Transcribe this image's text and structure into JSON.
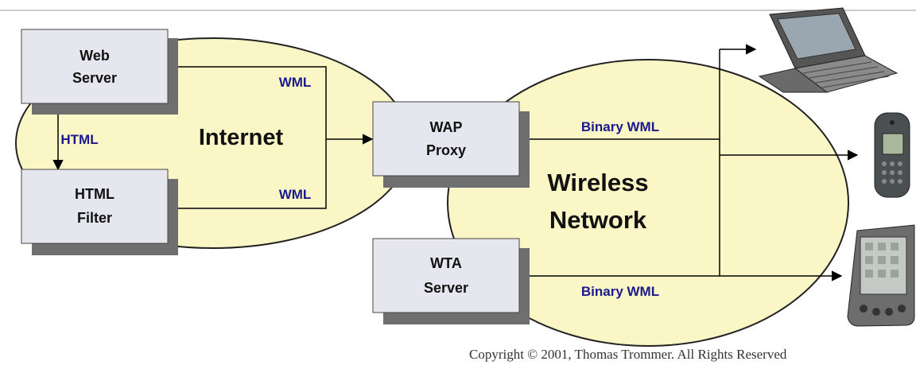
{
  "diagram": {
    "nodes": {
      "web_server": [
        "Web",
        "Server"
      ],
      "html_filter": [
        "HTML",
        "Filter"
      ],
      "wap_proxy": [
        "WAP",
        "Proxy"
      ],
      "wta_server": [
        "WTA",
        "Server"
      ]
    },
    "clouds": {
      "internet": "Internet",
      "wireless": [
        "Wireless",
        "Network"
      ]
    },
    "edge_labels": {
      "html": "HTML",
      "wml_top": "WML",
      "wml_bottom": "WML",
      "binary_wml_top": "Binary WML",
      "binary_wml_bottom": "Binary WML"
    },
    "devices": [
      "laptop-icon",
      "mobile-phone-icon",
      "pda-icon"
    ],
    "colors": {
      "cloud_fill": "#fbf6c6",
      "box_fill": "#e6e6ef",
      "shadow": "#6f6f6f",
      "label_blue": "#1a1a8c"
    }
  },
  "copyright": "Copyright © 2001, Thomas Trommer. All Rights Reserved"
}
